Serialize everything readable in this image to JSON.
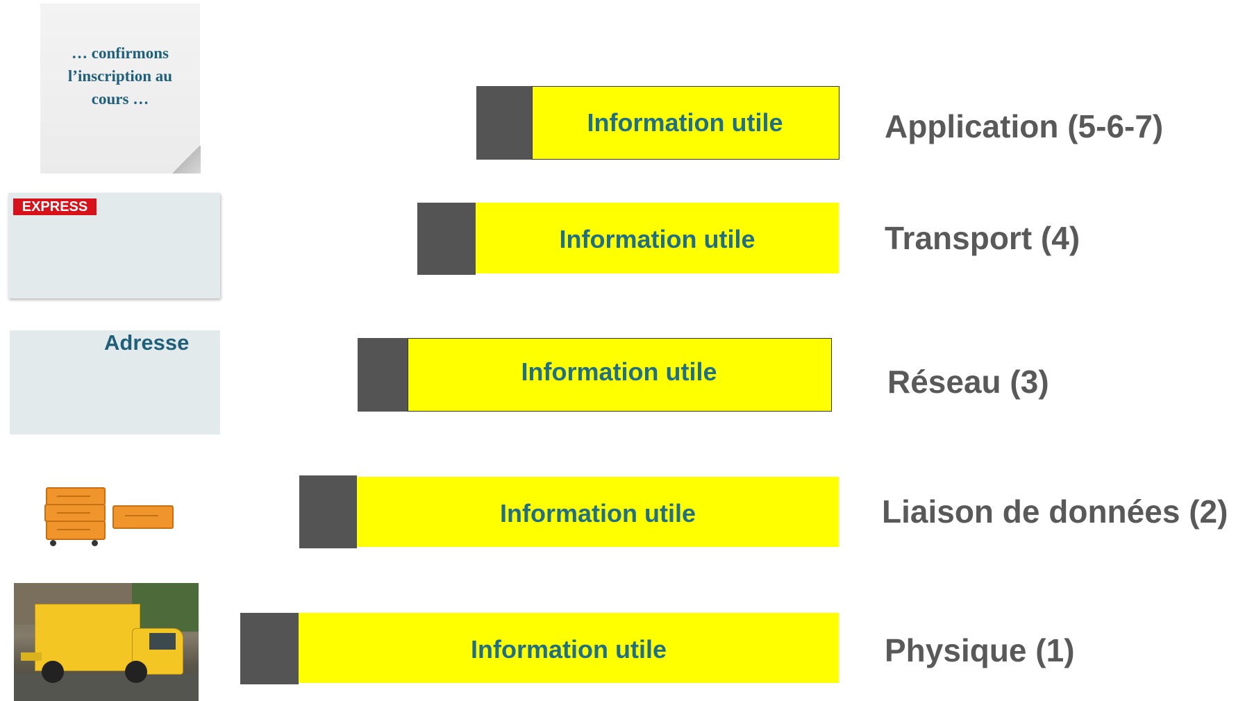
{
  "note": {
    "text": "… confirmons\nl’inscription au\ncours …"
  },
  "envelope": {
    "express_label": "EXPRESS"
  },
  "address_card": {
    "label": "Adresse"
  },
  "layers": [
    {
      "bar_text": "Information utile",
      "label": "Application (5-6-7)"
    },
    {
      "bar_text": "Information utile",
      "label": "Transport (4)"
    },
    {
      "bar_text": "Information utile",
      "label": "Réseau (3)"
    },
    {
      "bar_text": "Information utile",
      "label": "Liaison de données (2)"
    },
    {
      "bar_text": "Information utile",
      "label": "Physique (1)"
    }
  ],
  "colors": {
    "bar": "#ffff00",
    "header": "#545454",
    "bar_text": "#1f6f86",
    "layer_text": "#595959",
    "express": "#d8121b"
  }
}
